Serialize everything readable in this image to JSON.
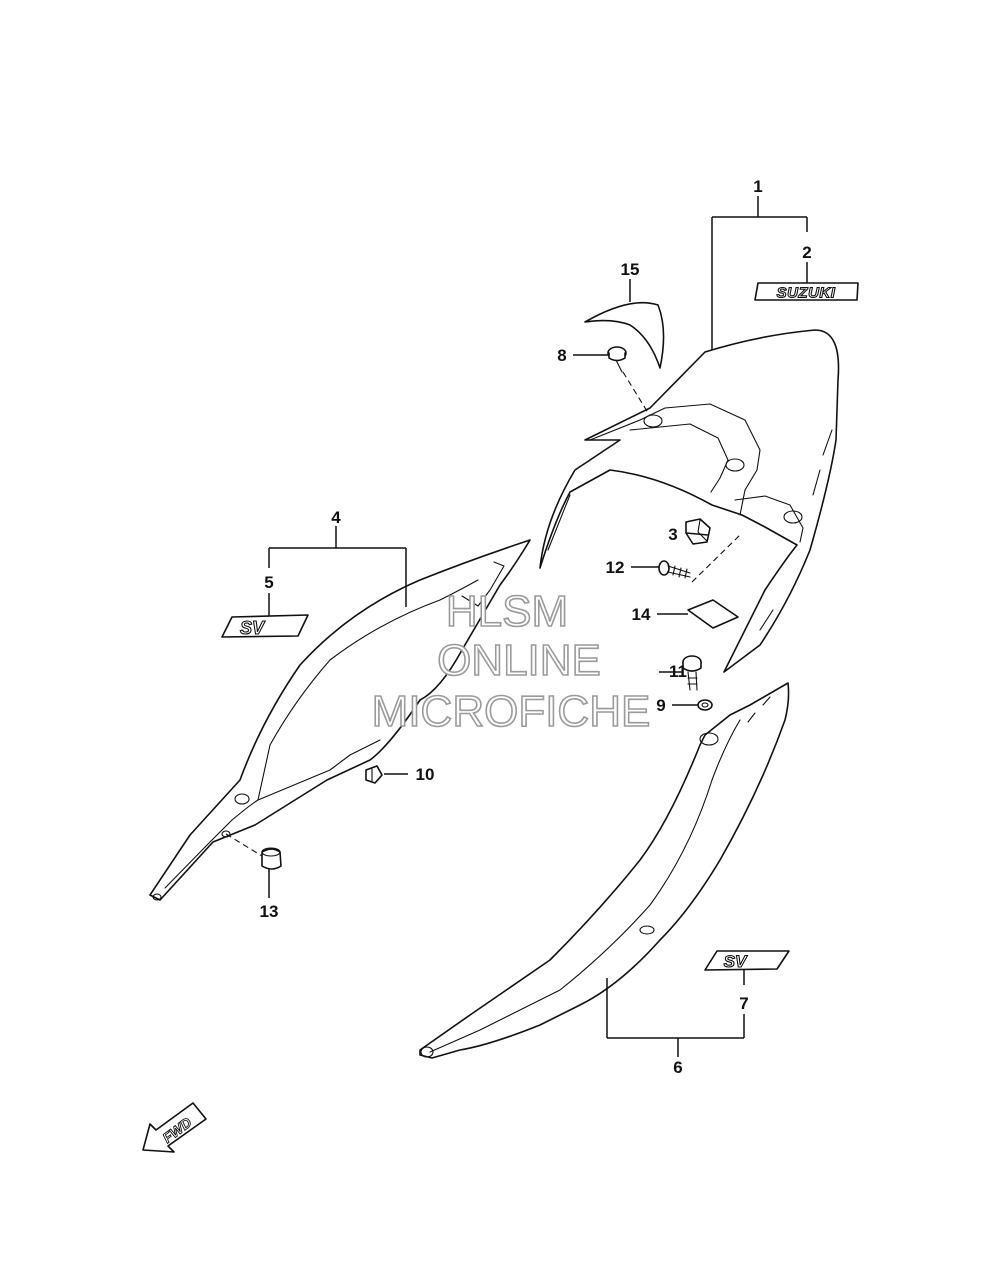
{
  "callouts": {
    "c1": "1",
    "c2": "2",
    "c3": "3",
    "c4": "4",
    "c5": "5",
    "c6": "6",
    "c7": "7",
    "c8": "8",
    "c9": "9",
    "c10": "10",
    "c11": "11",
    "c12": "12",
    "c13": "13",
    "c14": "14",
    "c15": "15"
  },
  "emblems": {
    "brand": "SUZUKI",
    "model_left": "SV",
    "model_right": "SV"
  },
  "direction_arrow": "FWD",
  "watermark": {
    "line1": "HLSM",
    "line2": "ONLINE",
    "line3": "MICROFICHE"
  },
  "colors": {
    "line": "#111111",
    "background": "#ffffff",
    "watermark_outline": "#9a9a9a"
  }
}
